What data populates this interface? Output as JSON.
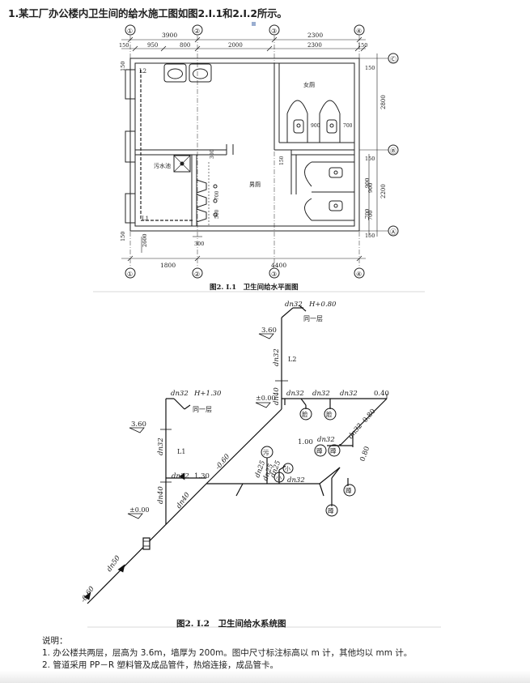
{
  "heading": "1.某工厂办公楼内卫生间的给水施工图如图2.I.1和2.I.2所示。",
  "plan": {
    "axes_top": [
      "①",
      "②",
      "③",
      "④"
    ],
    "axes_right": [
      "Ⓒ",
      "Ⓑ",
      "Ⓐ"
    ],
    "dims_top_total": [
      "3900",
      "2300"
    ],
    "dims_top_parts": [
      "150",
      "950",
      "800",
      "2000",
      "2300",
      "150"
    ],
    "dims_bottom": [
      "1800",
      "4400"
    ],
    "dims_right": [
      "150",
      "2800",
      "150",
      "900",
      "2200",
      "700",
      "150"
    ],
    "dims_left": [
      "150",
      "150"
    ],
    "inner_dims": [
      "900",
      "700",
      "300",
      "700",
      "500",
      "300",
      "900",
      "700",
      "2600",
      "150",
      "300"
    ],
    "labels": {
      "l2": "L2",
      "l1": "L1",
      "women": "女厕",
      "men": "男厕",
      "mop": "污水池"
    },
    "caption": "图2. Ⅰ.1　卫生间给水平面图"
  },
  "system": {
    "labels": {
      "dn32_top": "dn32",
      "h080": "H+0.80",
      "same_floor_1": "同一层",
      "e360_a": "3.60",
      "dn32_v": "dn32",
      "l2": "L2",
      "dn32_a": "dn32",
      "h130": "H+1.30",
      "same_floor_2": "同一层",
      "e000_a": "±0.00",
      "dn40_v": "dn40",
      "dn32_b": "dn32",
      "dn32_c": "dn32",
      "dn32_d": "dn32",
      "e040": "0.40",
      "face1": "脸",
      "face2": "脸",
      "dn32_e": "dn32",
      "e080_a": "0.80",
      "e360_b": "3.60",
      "dn32_l1": "dn32",
      "l1": "L1",
      "e100": "1.00",
      "dn32_f": "dn32",
      "squat1": "蹲",
      "squat2": "蹲",
      "e060_a": "-0.60",
      "dn25_a": "dn25",
      "dn25_b": "dn25",
      "dn25_c": "dn25",
      "wu": "污",
      "xiao1": "小",
      "xiao2": "小",
      "dn32_g": "dn32",
      "e080_b": "0.80",
      "dn32_h": "dn32",
      "e130": "1.30",
      "squat3": "蹲",
      "squat4": "蹲",
      "dn40_a": "dn40",
      "dn40_b": "dn40",
      "e000_b": "±0.00",
      "dn50": "dn50",
      "e060_b": "-0.60"
    },
    "caption": "图2. Ⅰ.2　卫生间给水系统图"
  },
  "notes": {
    "title": "说明：",
    "items": [
      "1. 办公楼共两层，层高为 3.6m，墙厚为 200m。图中尺寸标注标高以 m 计，其他均以 mm 计。",
      "2. 管道采用 PP－R 塑料管及成品管件，热熔连接，成品管卡。"
    ]
  }
}
